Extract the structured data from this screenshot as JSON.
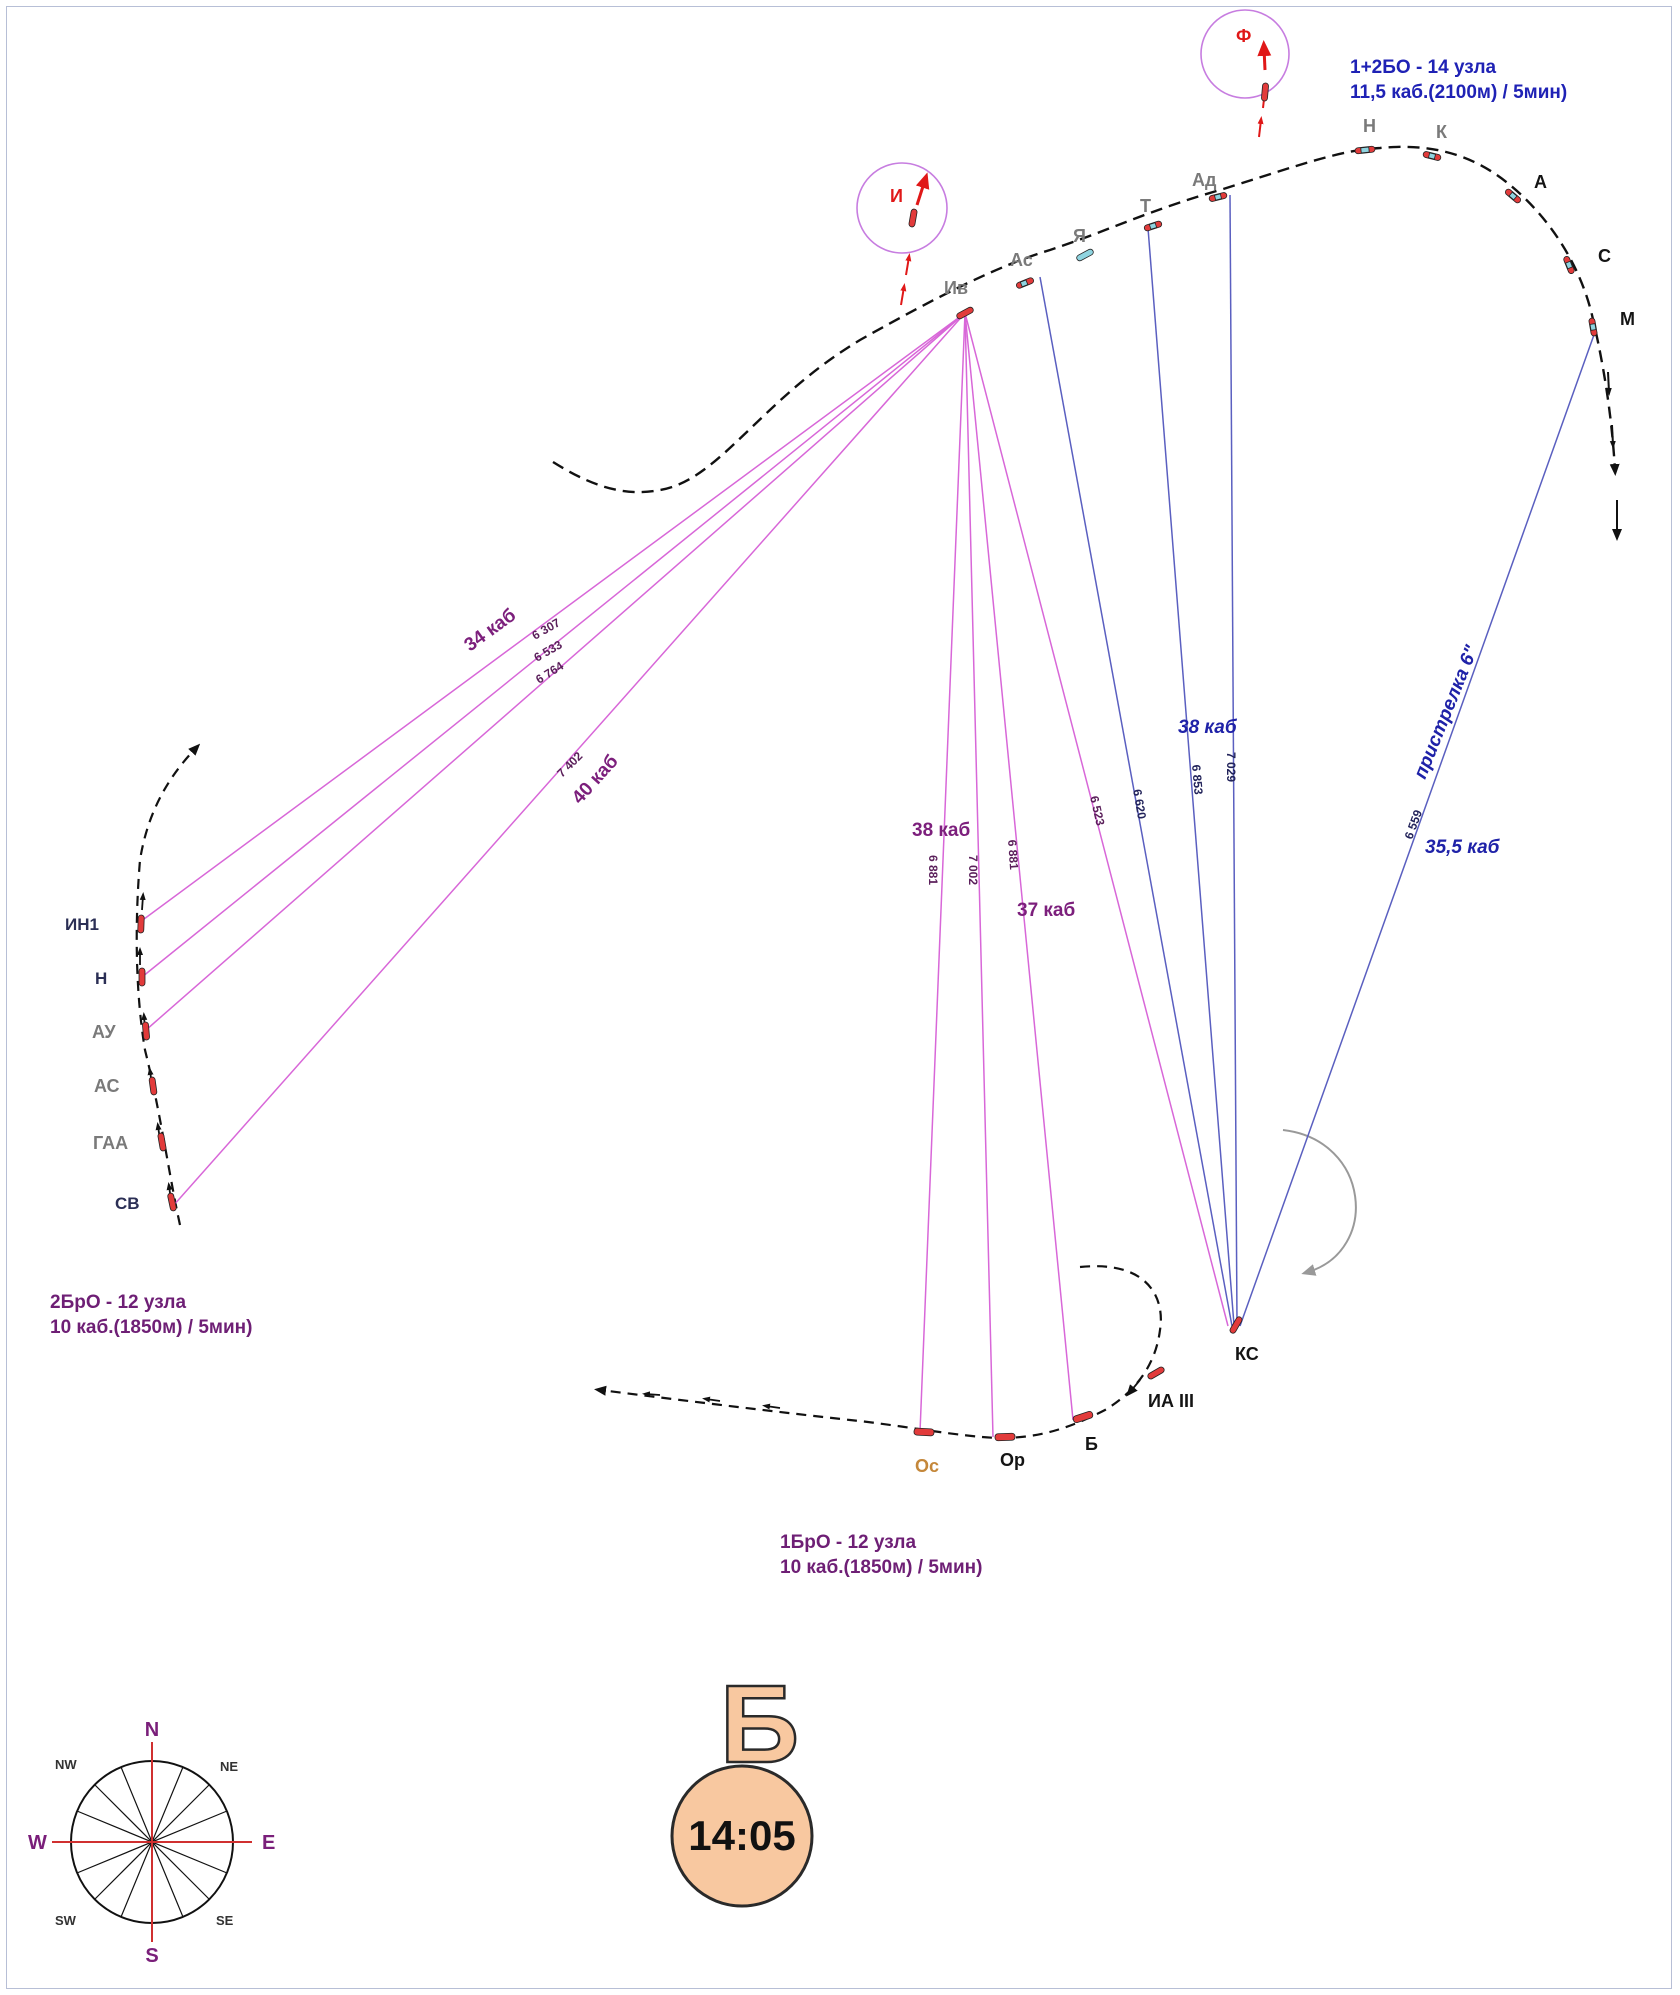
{
  "title": "Б",
  "time": "14:05",
  "groups": {
    "top": {
      "line1": "1+2БО - 14 узла",
      "line2": "11,5 каб.(2100м) / 5мин)"
    },
    "left": {
      "line1": "2БрО - 12 узла",
      "line2": "10 каб.(1850м) / 5мин)"
    },
    "bottom": {
      "line1": "1БрО - 12 узла",
      "line2": "10 каб.(1850м) / 5мин)"
    }
  },
  "ships": {
    "top_column": [
      "Ив",
      "Ас",
      "Я",
      "Т",
      "Ад",
      "Н",
      "К",
      "А",
      "С",
      "М"
    ],
    "left_column": [
      "ИН1",
      "Н",
      "АУ",
      "АС",
      "ГАА",
      "СВ"
    ],
    "bottom_column": [
      "Ос",
      "Ор",
      "Б"
    ],
    "single": [
      "КС",
      "ИА III"
    ],
    "circled": [
      "И",
      "Ф"
    ]
  },
  "distances": {
    "d34": "34 каб",
    "d40": "40 каб",
    "d38a": "38 каб",
    "d37": "37 каб",
    "d38b": "38 каб",
    "d355": "35,5 каб",
    "ranging": "пристрелка 6\""
  },
  "ranges": {
    "r6307": "6 307",
    "r6533": "6 533",
    "r6764": "6 764",
    "r7402": "7 402",
    "r6881a": "6 881",
    "r7002": "7 002",
    "r6881b": "6 881",
    "r6523": "6 523",
    "r6620": "6 620",
    "r6853": "6 853",
    "r7029": "7 029",
    "r6559": "6 559"
  },
  "compass": {
    "n": "N",
    "s": "S",
    "e": "E",
    "w": "W",
    "ne": "NE",
    "nw": "NW",
    "se": "SE",
    "sw": "SW"
  },
  "colors": {
    "fire_purple": "#d867d8",
    "fire_blue": "#5a5fc0",
    "ship_red": "#e23b3b",
    "ship_teal": "#8fd4e0",
    "time_circle": "#f8c8a0",
    "arrow_red": "#e01818"
  }
}
